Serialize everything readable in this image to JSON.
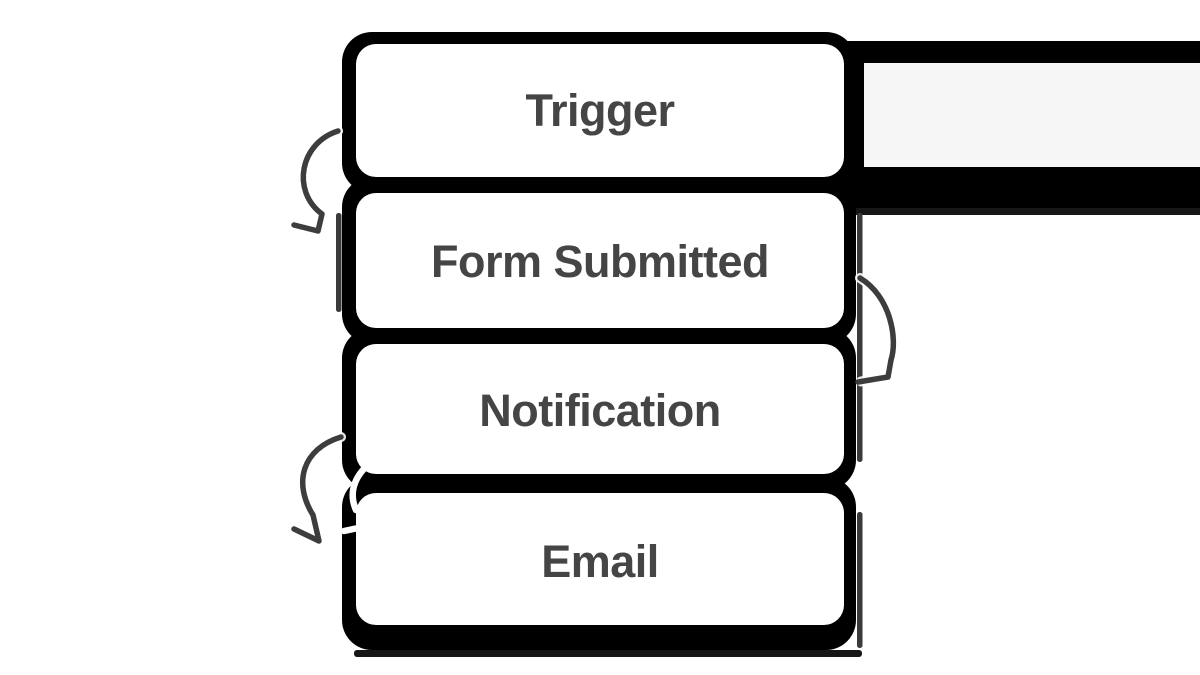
{
  "diagram": {
    "type": "flowchart",
    "direction": "vertical",
    "nodes": [
      {
        "id": "trigger",
        "label": "Trigger"
      },
      {
        "id": "form_submitted",
        "label": "Form Submitted"
      },
      {
        "id": "notification",
        "label": "Notification"
      },
      {
        "id": "email",
        "label": "Email"
      }
    ],
    "edges": [
      {
        "from": "Trigger",
        "to": "Form Submitted",
        "side": "left",
        "style": "hand-drawn-arrow"
      },
      {
        "from": "Form Submitted",
        "to": "Notification",
        "side": "right",
        "style": "hand-drawn-arrow"
      },
      {
        "from": "Notification",
        "to": "Email",
        "side": "left",
        "style": "hand-drawn-arrow"
      },
      {
        "from": "Notification",
        "to": "Email",
        "side": "left-inner",
        "style": "white-connector-stroke"
      }
    ],
    "colors": {
      "background": "#ffffff",
      "node_fill": "#ffffff",
      "node_border": "#000000",
      "node_text": "#454545",
      "annotation_arrow": "#3d3d3d",
      "top_right_panel": "#f6f6f6",
      "top_right_band": "#000000",
      "shadow": "#3a3a3a"
    }
  }
}
